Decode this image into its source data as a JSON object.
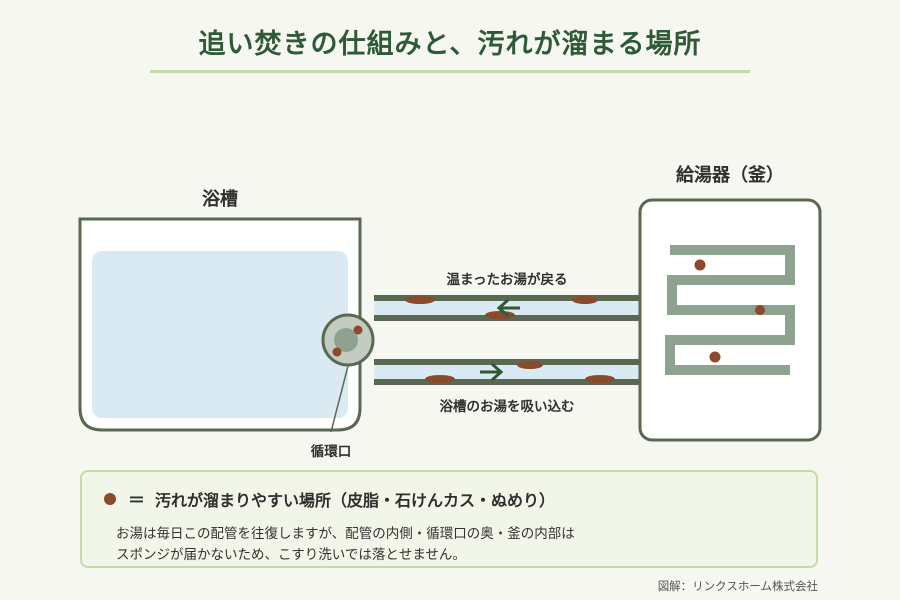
{
  "title": "追い焚きの仕組みと、汚れが溜まる場所",
  "labels": {
    "bathtub": "浴槽",
    "heater": "給湯器（釜）",
    "return_flow": "温まったお湯が戻る",
    "intake_flow": "浴槽のお湯を吸い込む",
    "circulation_port": "循環口"
  },
  "legend": {
    "equals": "＝",
    "title": "汚れが溜まりやすい場所（皮脂・石けんカス・ぬめり）",
    "description_lines": [
      "お湯は毎日この配管を往復しますが、配管の内側・循環口の奥・釜の内部は",
      "スポンジが届かないため、こすり洗いでは落とせません。"
    ]
  },
  "credit": "図解：リンクスホーム株式会社",
  "colors": {
    "title": "#2e5a37",
    "accent_line": "#c4dca4",
    "outline": "#5a6852",
    "water": "#daeaf2",
    "pipe": "#8fa28f",
    "dirt": "#8b4a2c",
    "arrow": "#2e5a37"
  }
}
